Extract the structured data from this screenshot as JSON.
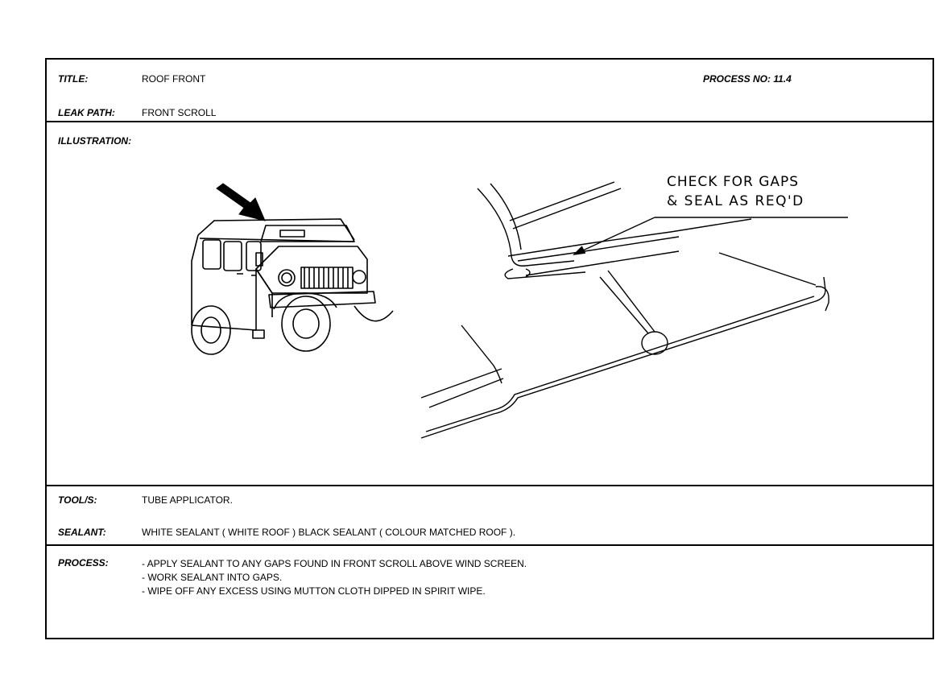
{
  "header": {
    "title_label": "TITLE:",
    "title_value": "ROOF FRONT",
    "process_no": "PROCESS NO: 11.4",
    "leak_path_label": "LEAK PATH:",
    "leak_path_value": "FRONT SCROLL"
  },
  "illustration": {
    "label": "ILLUSTRATION:",
    "callout_line1": "CHECK FOR GAPS",
    "callout_line2": "& SEAL AS REQ'D",
    "vehicle_icon": "land-rover-defender-icon",
    "arrow_icon": "pointer-arrow-icon"
  },
  "tools": {
    "label": "TOOL/S:",
    "value": "TUBE APPLICATOR."
  },
  "sealant": {
    "label": "SEALANT:",
    "value": "WHITE SEALANT ( WHITE ROOF ) BLACK SEALANT ( COLOUR MATCHED ROOF )."
  },
  "process": {
    "label": "PROCESS:",
    "steps": [
      "- APPLY SEALANT TO ANY GAPS FOUND IN FRONT SCROLL ABOVE WIND SCREEN.",
      "- WORK SEALANT INTO GAPS.",
      "- WIPE OFF ANY EXCESS USING MUTTON CLOTH DIPPED IN SPIRIT WIPE."
    ]
  }
}
